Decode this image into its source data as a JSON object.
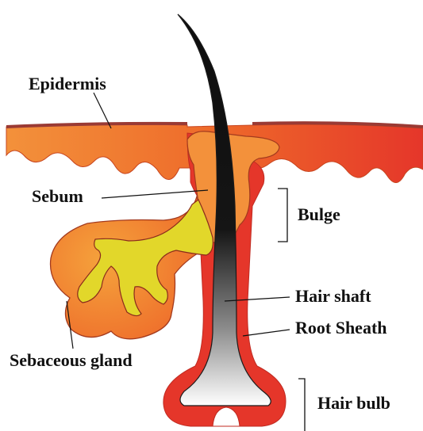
{
  "labels": {
    "epidermis": "Epidermis",
    "sebum": "Sebum",
    "bulge": "Bulge",
    "sebaceous_gland": "Sebaceous gland",
    "hair_shaft": "Hair shaft",
    "root_sheath": "Root Sheath",
    "hair_bulb": "Hair bulb"
  },
  "colors": {
    "skin_orange": "#ee6a2a",
    "skin_light": "#f7a142",
    "sheath_red": "#e5362a",
    "gland_yellow": "#e2d72a",
    "epidermis_line": "#9a3a34",
    "hair_black": "#0d0d0d",
    "hair_white": "#ffffff",
    "outline": "#8a2b1c",
    "background": "#ffffff"
  }
}
